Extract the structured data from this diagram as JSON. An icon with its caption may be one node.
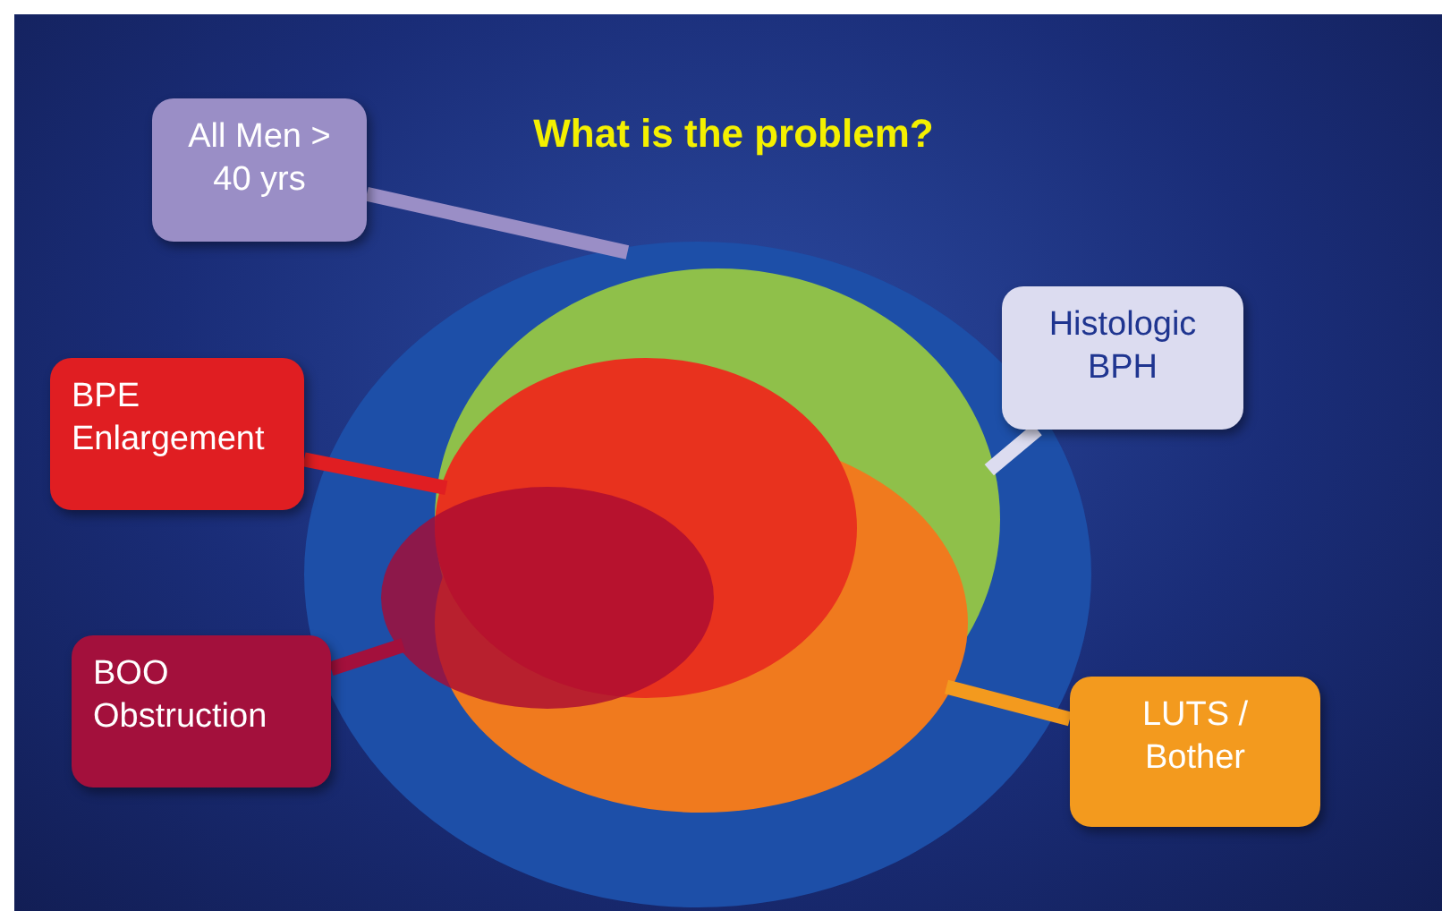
{
  "diagram": {
    "title": "What is the problem?",
    "nodes": [
      {
        "text": [
          "All Men > 40 yrs"
        ]
      },
      {
        "text": [
          "Histologic BPH"
        ]
      },
      {
        "text": [
          "BPE Enlargement"
        ]
      },
      {
        "text": [
          "BOO Obstruction"
        ]
      },
      {
        "text": [
          "LUTS / Bother"
        ]
      },
      {
        "text": [],
        "shape": "circle"
      },
      {
        "text": [],
        "shape": "circle",
        "in": 5
      },
      {
        "text": [],
        "shape": "circle",
        "in": 5
      },
      {
        "text": [],
        "shape": "circle",
        "in": 6
      },
      {
        "text": [],
        "shape": "circle",
        "in": 5
      }
    ],
    "edges": [
      {
        "from": 0,
        "to": 5,
        "arrow": "none",
        "color": "#9a8ec6"
      },
      {
        "from": 1,
        "to": 6,
        "arrow": "none",
        "color": "#dcdcf0"
      },
      {
        "from": 2,
        "to": 8,
        "arrow": "none",
        "color": "#e01e22"
      },
      {
        "from": 3,
        "to": 9,
        "arrow": "none",
        "color": "#a3103c"
      },
      {
        "from": 4,
        "to": 7,
        "arrow": "none",
        "color": "#f39a1e"
      }
    ]
  }
}
